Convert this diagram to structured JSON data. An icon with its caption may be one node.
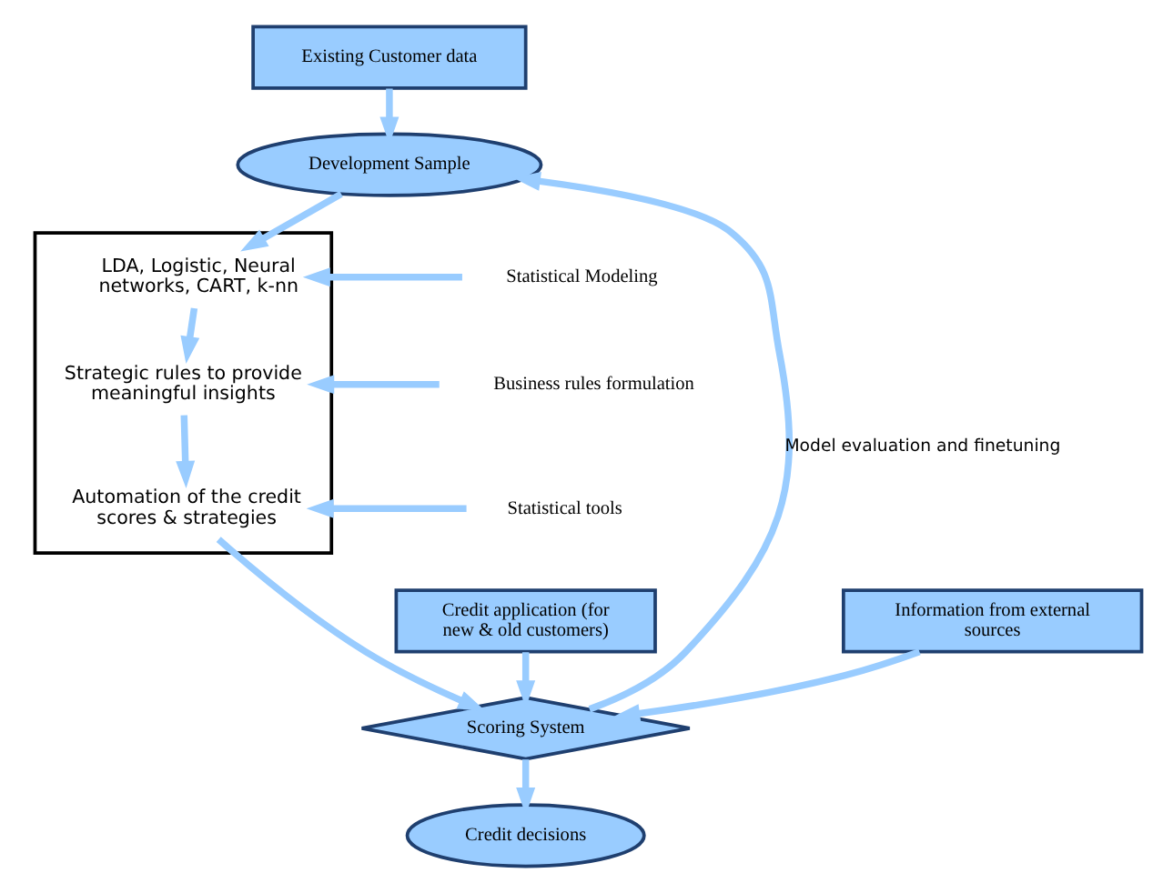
{
  "diagram": {
    "nodes": [
      {
        "text": [
          "Existing Customer data"
        ]
      },
      {
        "text": [
          "Development Sample"
        ]
      },
      {
        "text": [
          "Statistical Modeling"
        ]
      },
      {
        "text": [],
        "shape": "funnel"
      },
      {
        "text": [
          "LDA, Logistic, Neural networks, CART, k-nn"
        ],
        "in": 3
      },
      {
        "text": [
          "Business rules formulation"
        ]
      },
      {
        "text": [
          "Strategic rules to provide meaningful insights"
        ],
        "in": 3
      },
      {
        "text": [
          "Statistical tools"
        ]
      },
      {
        "text": [
          "Automation of the credit scores & strategies"
        ],
        "in": 3
      },
      {
        "text": [
          "Credit application (for new & old customers)"
        ]
      },
      {
        "text": [
          "Information from external sources"
        ]
      },
      {
        "text": [
          "Scoring System"
        ]
      },
      {
        "text": [
          "Credit decisions"
        ]
      }
    ],
    "edges": [
      {
        "from": 0,
        "to": 1,
        "arrow": "to"
      },
      {
        "from": 1,
        "to": 4,
        "arrow": "to"
      },
      {
        "from": 2,
        "to": 4,
        "arrow": "to"
      },
      {
        "from": 4,
        "to": 6,
        "arrow": "to"
      },
      {
        "from": 5,
        "to": 6,
        "arrow": "to"
      },
      {
        "from": 6,
        "to": 8,
        "arrow": "to"
      },
      {
        "from": 7,
        "to": 8,
        "arrow": "to"
      },
      {
        "from": 8,
        "to": 11,
        "arrow": "to"
      },
      {
        "from": 9,
        "to": 11,
        "arrow": "to"
      },
      {
        "from": 10,
        "to": 11,
        "arrow": "to"
      },
      {
        "from": 11,
        "to": 12,
        "arrow": "to"
      },
      {
        "from": 11,
        "to": 1,
        "arrow": "to",
        "label": "Model evaluation and finetuning"
      }
    ]
  }
}
